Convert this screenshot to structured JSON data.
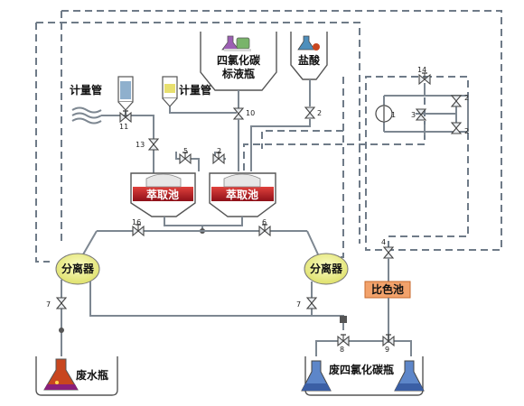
{
  "labels": {
    "ccl4_standard_bottle": [
      "四氯化碳",
      "标液瓶"
    ],
    "hydrochloric_acid": "盐酸",
    "metering_tube_left": "计量管",
    "metering_tube_right": "计量管",
    "extraction_tank_left": "萃取池",
    "extraction_tank_right": "萃取池",
    "separator_left": "分离器",
    "separator_right": "分离器",
    "colorimetric_cell": "比色池",
    "waste_water_bottle": "废水瓶",
    "waste_ccl4_bottle": "废四氯化碳瓶"
  },
  "valves": {
    "v10": "10",
    "v2_hcl": "2",
    "v11": "11",
    "v13": "13",
    "v5": "5",
    "v2_mid": "2",
    "v14_top": "14",
    "v2_right_top": "2",
    "v3": "3",
    "v2_right_bot": "2",
    "v1_pump": "1",
    "v16": "16",
    "v6": "6",
    "v4": "4",
    "v7_left": "7",
    "v7_right": "7",
    "v8": "8",
    "v9": "9"
  },
  "colors": {
    "pipe": "#7d8791",
    "dashed_pipe": "#6f7b88",
    "extract_liquid": "#b3202a",
    "separator_fill": "#eef089",
    "colorimetric_fill": "#f2a26b",
    "flask_blue": "#5d86c9",
    "flask_red": "#c8461f",
    "metering_blue": "#8fb0cd",
    "metering_yellow": "#e8e070"
  },
  "icons": [
    "valve-icon",
    "pump-icon",
    "flask-icon",
    "fan-icon"
  ]
}
